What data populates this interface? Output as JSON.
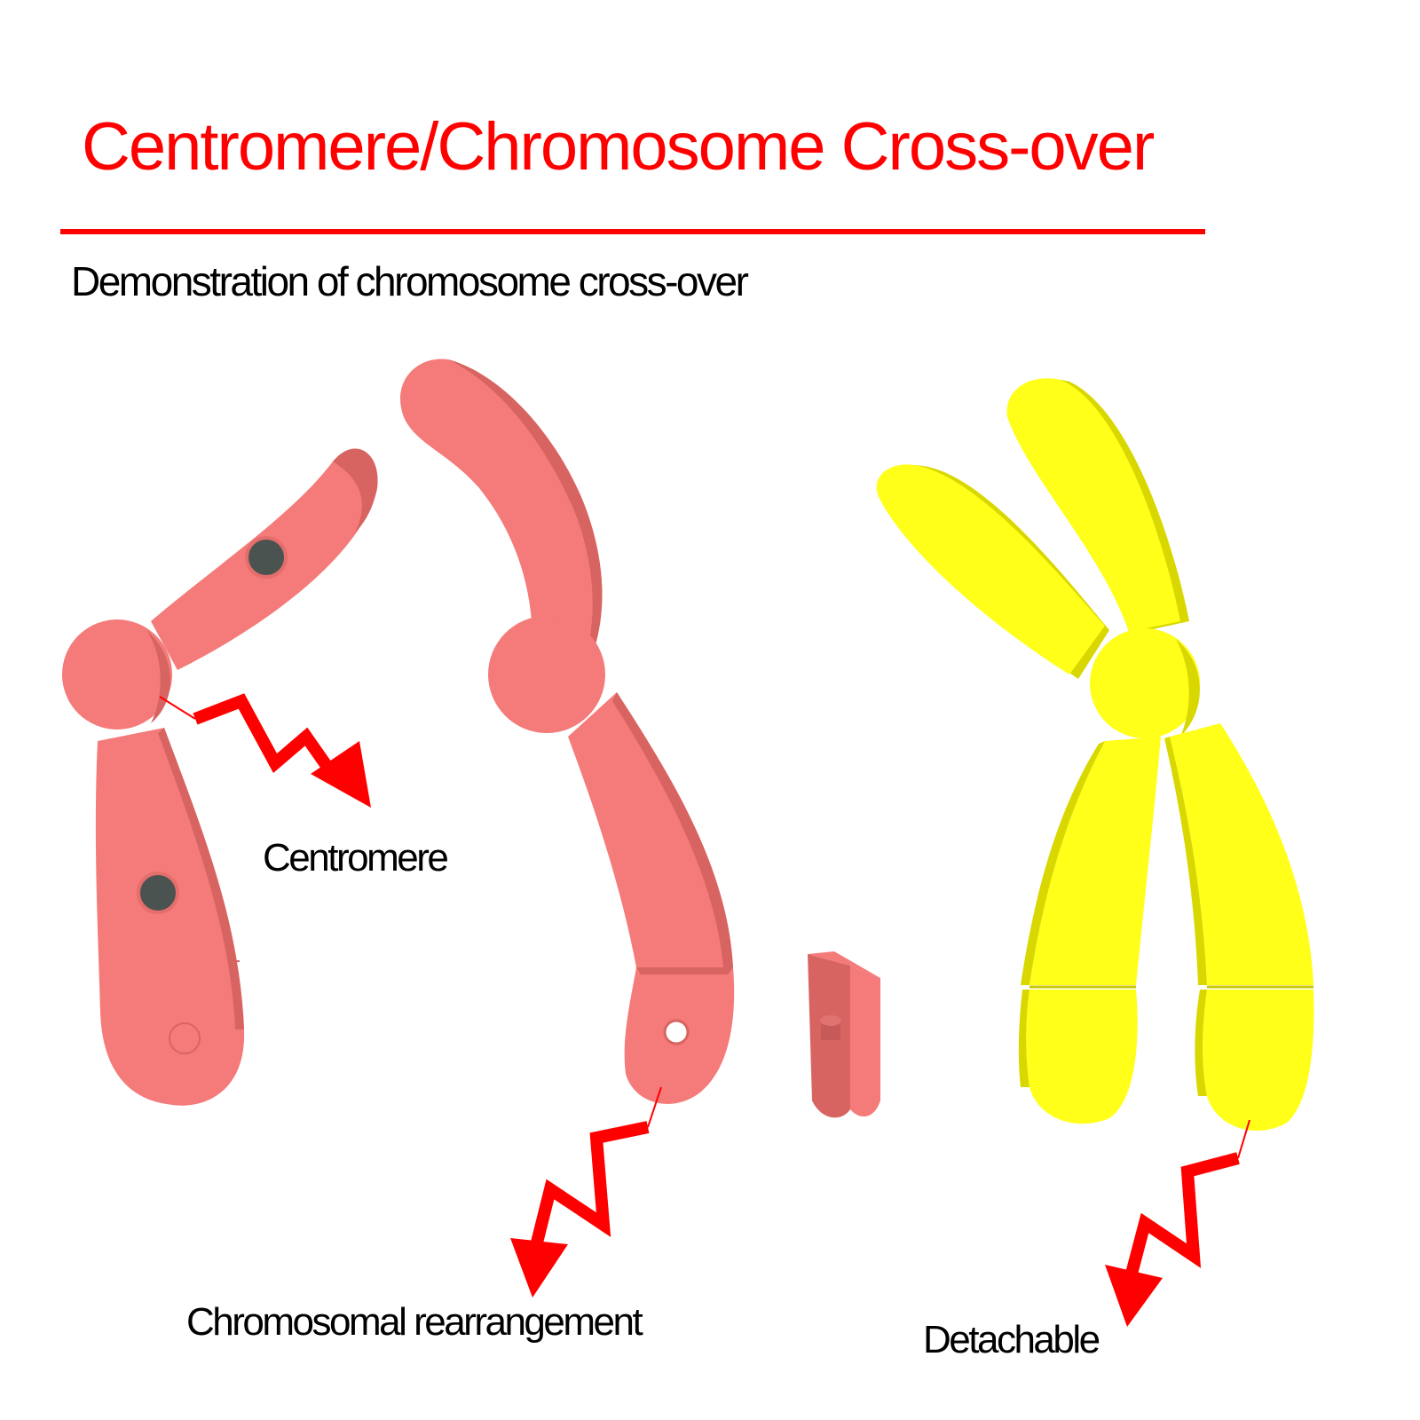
{
  "title": "Centromere/Chromosome Cross-over",
  "subtitle": "Demonstration of chromosome cross-over",
  "labels": {
    "centromere": "Centromere",
    "rearrangement": "Chromosomal rearrangement",
    "detachable": "Detachable"
  },
  "colors": {
    "title": "#ff0000",
    "rule": "#ff0000",
    "arrow": "#ff0000",
    "pink_piece": "#f47b79",
    "pink_shade": "#d86462",
    "yellow_piece": "#ffff1a",
    "yellow_shade": "#d8d800",
    "magnet": "#4b5350"
  },
  "icons": [
    "magnet-dot",
    "lightning-arrow",
    "peg-hole"
  ]
}
